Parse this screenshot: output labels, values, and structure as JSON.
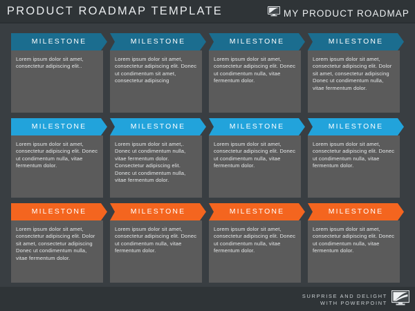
{
  "header": {
    "title": "PRODUCT ROADMAP TEMPLATE",
    "brand_label": "MY PRODUCT  ROADMAP",
    "brand_icon": "monitor-icon"
  },
  "colors": {
    "page_background": "#393e42",
    "bar_background": "#2f3437",
    "panel_background": "#5b5b5b",
    "row1_accent": "#1b6d8f",
    "row2_accent": "#22a3db",
    "row3_accent": "#f4651f",
    "text_light": "#e6e8e9"
  },
  "rows": [
    {
      "accent": "#1b6d8f",
      "cards": [
        {
          "title": "MILESTONE",
          "body": "Lorem ipsum dolor sit amet, consectetur adipiscing elit.."
        },
        {
          "title": "MILESTONE",
          "body": "Lorem ipsum dolor sit amet, consectetur adipiscing elit. Donec ut condimentum sit amet, consectetur adipiscing"
        },
        {
          "title": "MILESTONE",
          "body": "Lorem ipsum dolor sit amet, consectetur adipiscing elit. Donec ut condimentum nulla, vitae fermentum dolor."
        },
        {
          "title": "MILESTONE",
          "body": "Lorem ipsum dolor sit amet, consectetur adipiscing elit. Dolor sit amet, consectetur adipiscing Donec ut condimentum nulla, vitae fermentum dolor."
        }
      ]
    },
    {
      "accent": "#22a3db",
      "cards": [
        {
          "title": "MILESTONE",
          "body": "Lorem ipsum dolor sit amet, consectetur adipiscing elit. Donec ut condimentum nulla, vitae fermentum dolor."
        },
        {
          "title": "MILESTONE",
          "body": "Lorem ipsum dolor sit amet,. Donec ut condimentum nulla, vitae fermentum dolor. Consectetur adipiscing elit. Donec ut condimentum nulla, vitae fermentum dolor."
        },
        {
          "title": "MILESTONE",
          "body": "Lorem ipsum dolor sit amet, consectetur adipiscing elit. Donec ut condimentum nulla, vitae fermentum dolor."
        },
        {
          "title": "MILESTONE",
          "body": "Lorem ipsum dolor sit amet, consectetur adipiscing elit. Donec ut condimentum nulla, vitae fermentum dolor."
        }
      ]
    },
    {
      "accent": "#f4651f",
      "cards": [
        {
          "title": "MILESTONE",
          "body": "Lorem ipsum dolor sit amet, consectetur adipiscing elit. Dolor sit amet, consectetur adipiscing Donec ut condimentum nulla, vitae fermentum dolor."
        },
        {
          "title": "MILESTONE",
          "body": "Lorem ipsum dolor sit amet, consectetur adipiscing elit. Donec ut condimentum nulla, vitae fermentum dolor."
        },
        {
          "title": "MILESTONE",
          "body": "Lorem ipsum dolor sit amet, consectetur adipiscing elit. Donec ut condimentum nulla, vitae fermentum dolor."
        },
        {
          "title": "MILESTONE",
          "body": "Lorem ipsum dolor sit amet, consectetur adipiscing elit. Donec ut condimentum nulla, vitae fermentum dolor."
        }
      ]
    }
  ],
  "footer": {
    "line1": "SURPRISE AND DELIGHT",
    "line2": "WITH POWERPOINT",
    "icon": "monitor-icon"
  }
}
